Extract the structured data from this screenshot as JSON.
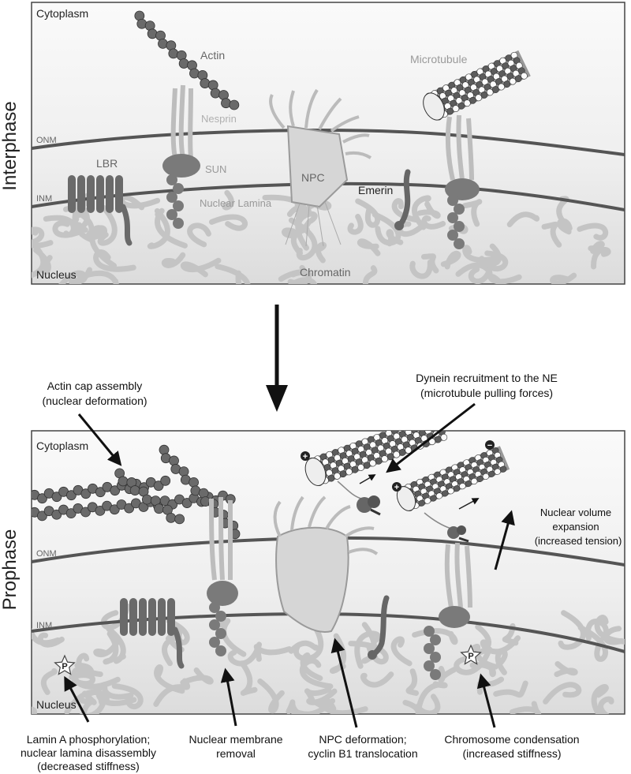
{
  "phases": {
    "interphase": "Interphase",
    "prophase": "Prophase"
  },
  "interphase_panel": {
    "cytoplasm": "Cytoplasm",
    "nucleus": "Nucleus",
    "onm": "ONM",
    "inm": "INM",
    "actin": "Actin",
    "microtubule": "Microtubule",
    "nesprin": "Nesprin",
    "sun": "SUN",
    "lbr": "LBR",
    "npc": "NPC",
    "emerin": "Emerin",
    "nuclear_lamina": "Nuclear Lamina",
    "chromatin": "Chromatin"
  },
  "prophase_panel": {
    "cytoplasm": "Cytoplasm",
    "nucleus": "Nucleus",
    "onm": "ONM",
    "inm": "INM",
    "phospho_mark": "P",
    "plus_mark": "+",
    "minus_mark": "−"
  },
  "annotations": {
    "actin_cap": [
      "Actin cap assembly",
      "(nuclear deformation)"
    ],
    "dynein": [
      "Dynein recruitment to the NE",
      "(microtubule pulling forces)"
    ],
    "volume": [
      "Nuclear volume",
      "expansion",
      "(increased tension)"
    ],
    "lamin": [
      "Lamin A phosphorylation;",
      "nuclear lamina disassembly",
      "(decreased stiffness)"
    ],
    "membrane": [
      "Nuclear membrane",
      "removal"
    ],
    "npc": [
      "NPC deformation;",
      "cyclin B1 translocation"
    ],
    "chromosome": [
      "Chromosome condensation",
      "(increased stiffness)"
    ]
  },
  "colors": {
    "panel_top": "#f7f7f7",
    "panel_bottom": "#dedede",
    "membrane": "#555555",
    "protein_dark": "#6d6d6d",
    "protein_light": "#bdbdbd",
    "chromatin": "#c8c8c8",
    "label_dark": "#222222",
    "label_mid": "#666666",
    "label_light": "#9a9a9a"
  }
}
